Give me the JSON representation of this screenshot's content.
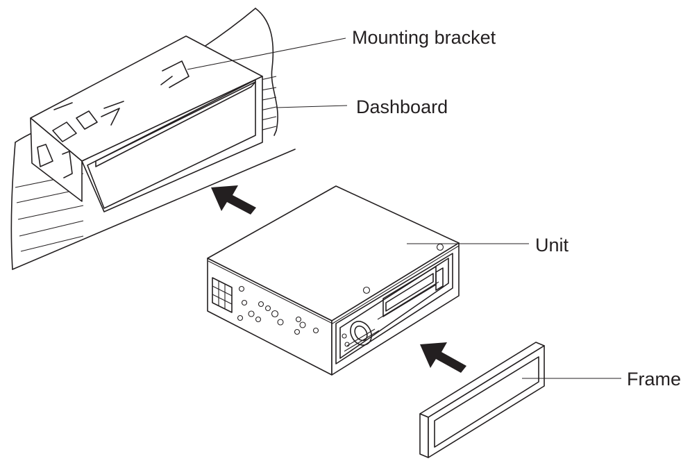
{
  "labels": {
    "mounting_bracket": "Mounting bracket",
    "dashboard": "Dashboard",
    "unit": "Unit",
    "frame": "Frame"
  }
}
